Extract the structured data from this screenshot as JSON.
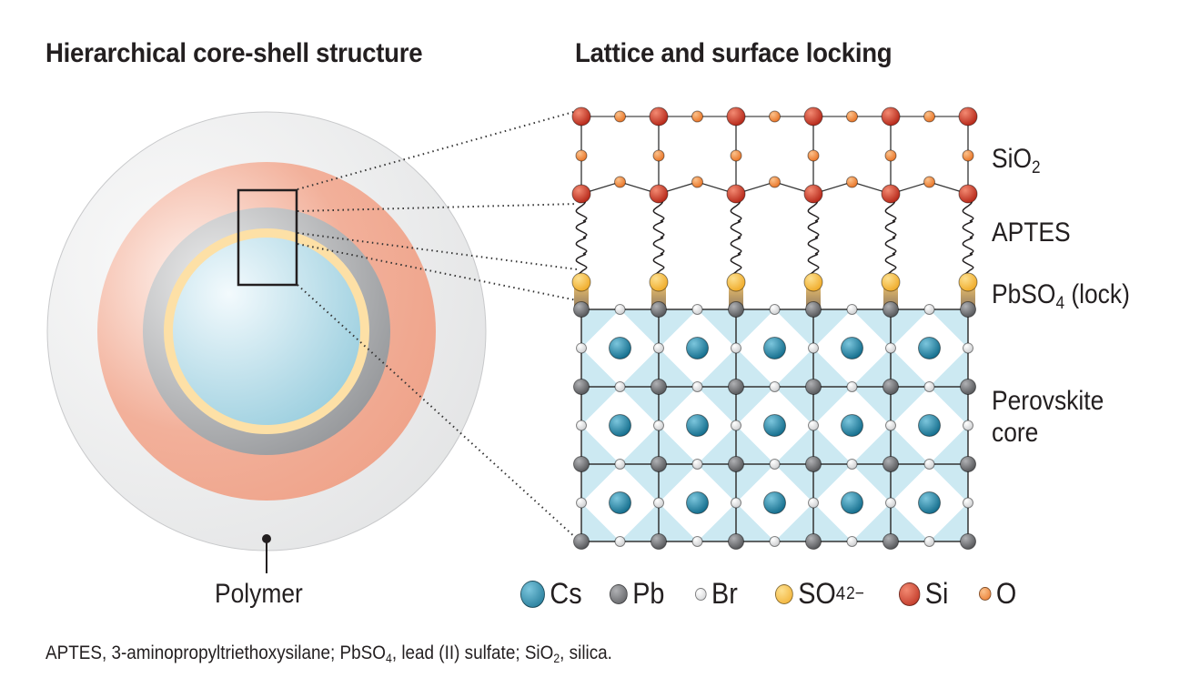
{
  "titles": {
    "left": "Hierarchical core-shell structure",
    "right": "Lattice and surface locking"
  },
  "labels": {
    "sio2": "SiO",
    "sio2_sub": "2",
    "aptes": "APTES",
    "pbso4": "PbSO",
    "pbso4_sub": "4",
    "pbso4_suffix": "(lock)",
    "perovskite_line1": "Perovskite",
    "perovskite_line2": "core",
    "polymer": "Polymer"
  },
  "legend": [
    {
      "label": "Cs",
      "color": "#2a8fb0"
    },
    {
      "label": "Pb",
      "color": "#7a7b7e"
    },
    {
      "label": "Br",
      "color": "#eeeeee"
    },
    {
      "label": "SO",
      "sub": "4",
      "sup": "2−",
      "color": "#f9c75a"
    },
    {
      "label": "Si",
      "color": "#d9402b"
    },
    {
      "label": "O",
      "color": "#f39a4a"
    }
  ],
  "caption": {
    "p1": "APTES, 3-aminopropyltriethoxysilane; PbSO",
    "s1": "4",
    "p2": ", lead (II) sulfate; SiO",
    "s2": "2",
    "p3": ", silica."
  },
  "colors": {
    "polymer": "#e6e7e8",
    "silica": "#f0a58c",
    "pb_shell": "#a7a9ac",
    "lock": "#fde2a8",
    "core": "#a9d6e3",
    "lattice_bg": "#cce9f2"
  }
}
